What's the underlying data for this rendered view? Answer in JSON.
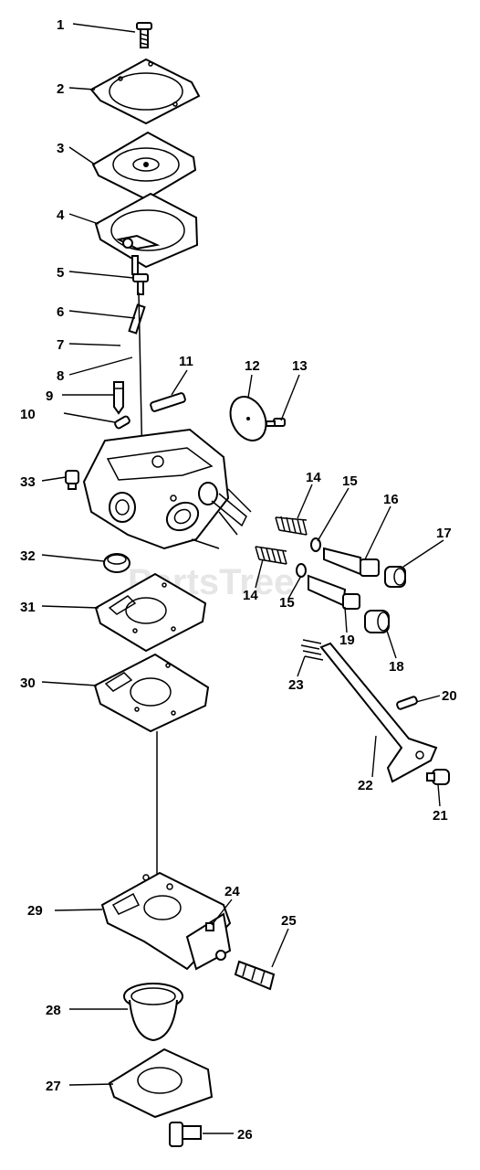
{
  "watermark": "PartsTree",
  "callouts": [
    "1",
    "2",
    "3",
    "4",
    "5",
    "6",
    "7",
    "8",
    "9",
    "10",
    "11",
    "12",
    "13",
    "14",
    "15",
    "16",
    "17",
    "32",
    "31",
    "14",
    "15",
    "19",
    "18",
    "23",
    "30",
    "20",
    "22",
    "21",
    "29",
    "24",
    "25",
    "28",
    "27",
    "26",
    "33"
  ],
  "colors": {
    "ink": "#000000",
    "paper": "#ffffff",
    "watermark": "#e6e6e6"
  }
}
